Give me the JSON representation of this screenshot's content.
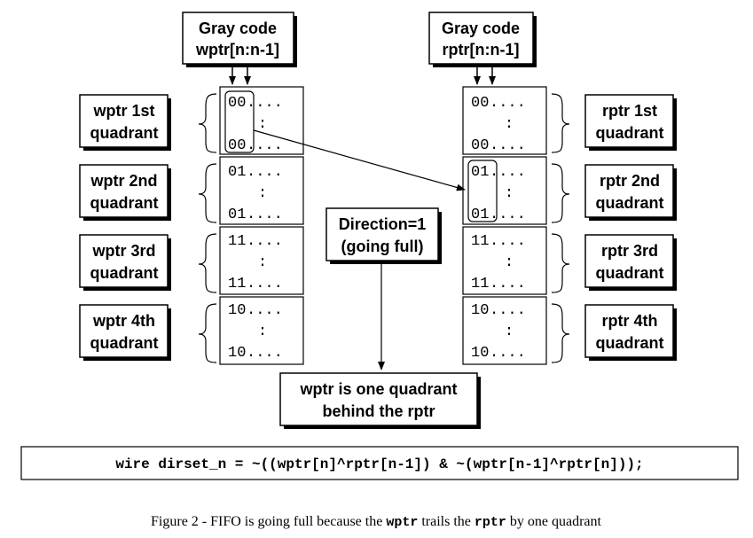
{
  "top_labels": {
    "wptr": [
      "Gray code",
      "wptr[n:n-1]"
    ],
    "rptr": [
      "Gray code",
      "rptr[n:n-1]"
    ]
  },
  "wptr_quadrants": [
    {
      "label": [
        "wptr 1st",
        "quadrant"
      ],
      "bits": "00",
      "dots": "....",
      "mid": ":"
    },
    {
      "label": [
        "wptr 2nd",
        "quadrant"
      ],
      "bits": "01",
      "dots": "....",
      "mid": ":"
    },
    {
      "label": [
        "wptr 3rd",
        "quadrant"
      ],
      "bits": "11",
      "dots": "....",
      "mid": ":"
    },
    {
      "label": [
        "wptr 4th",
        "quadrant"
      ],
      "bits": "10",
      "dots": "....",
      "mid": ":"
    }
  ],
  "rptr_quadrants": [
    {
      "label": [
        "rptr 1st",
        "quadrant"
      ],
      "bits": "00",
      "dots": "....",
      "mid": ":"
    },
    {
      "label": [
        "rptr 2nd",
        "quadrant"
      ],
      "bits": "01",
      "dots": "....",
      "mid": ":"
    },
    {
      "label": [
        "rptr 3rd",
        "quadrant"
      ],
      "bits": "11",
      "dots": "....",
      "mid": ":"
    },
    {
      "label": [
        "rptr 4th",
        "quadrant"
      ],
      "bits": "10",
      "dots": "....",
      "mid": ":"
    }
  ],
  "direction_label": [
    "Direction=1",
    "(going full)"
  ],
  "result_label": [
    "wptr is one quadrant",
    "behind the rptr"
  ],
  "code_line": "wire dirset_n = ~((wptr[n]^rptr[n-1]) & ~(wptr[n-1]^rptr[n]));",
  "caption": {
    "part1": "Figure 2 - FIFO is going full because the ",
    "wptr": "wptr",
    "part2": " trails the ",
    "rptr": "rptr",
    "part3": " by one quadrant"
  }
}
